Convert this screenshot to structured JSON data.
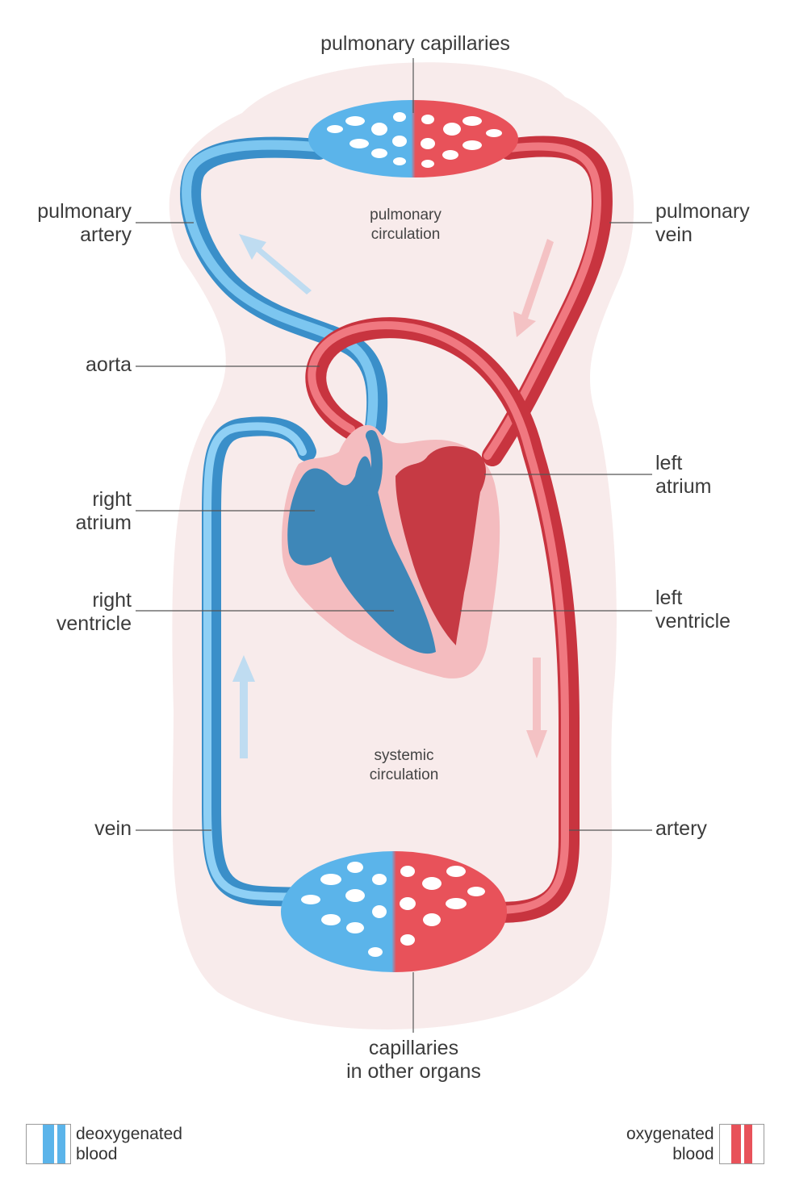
{
  "labels": {
    "pulmonary_capillaries": "pulmonary capillaries",
    "pulmonary_artery": [
      "pulmonary",
      "artery"
    ],
    "pulmonary_vein": [
      "pulmonary",
      "vein"
    ],
    "pulmonary_circulation": [
      "pulmonary",
      "circulation"
    ],
    "aorta": "aorta",
    "right_atrium": [
      "right",
      "atrium"
    ],
    "left_atrium": [
      "left",
      "atrium"
    ],
    "right_ventricle": [
      "right",
      "ventricle"
    ],
    "left_ventricle": [
      "left",
      "ventricle"
    ],
    "systemic_circulation": [
      "systemic",
      "circulation"
    ],
    "vein": "vein",
    "artery": "artery",
    "capillaries_other_organs": [
      "capillaries",
      "in other organs"
    ]
  },
  "legend": {
    "deoxygenated": [
      "deoxygenated",
      "blood"
    ],
    "oxygenated": [
      "oxygenated",
      "blood"
    ]
  },
  "colors": {
    "deoxygenated": "#5bb4ea",
    "deoxygenated_dark": "#3a8fc9",
    "oxygenated": "#e8525a",
    "oxygenated_dark": "#c8343f",
    "background": "#f7eaea",
    "heart_pink": "#f2b8bb"
  }
}
